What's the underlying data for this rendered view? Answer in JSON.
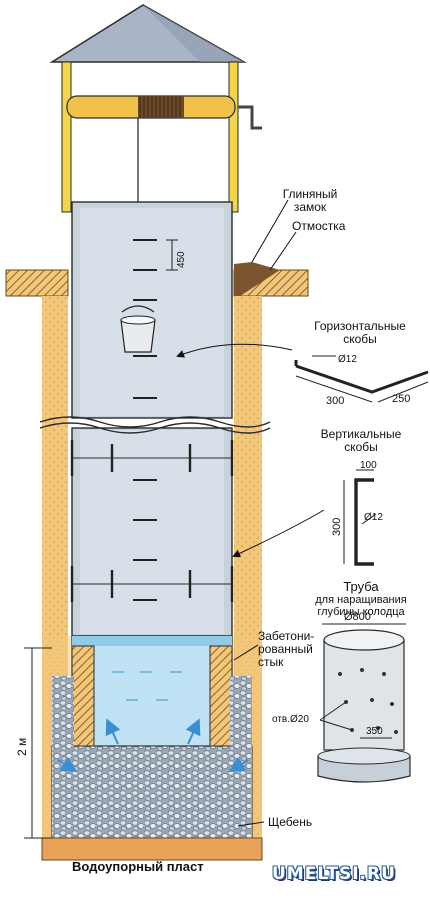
{
  "labels": {
    "clay_lock_1": "Глиняный",
    "clay_lock_2": "замок",
    "blind_area": "Отмостка",
    "horiz_brackets_1": "Горизонтальные",
    "horiz_brackets_2": "скобы",
    "vert_brackets_1": "Вертикальные",
    "vert_brackets_2": "скобы",
    "pipe_1": "Труба",
    "pipe_2": "для наращивания",
    "pipe_3": "глубины колодца",
    "concreted_joint_1": "Забетони-",
    "concreted_joint_2": "рованный",
    "concreted_joint_3": "стык",
    "gravel": "Щебень",
    "aquiclude": "Водоупорный пласт",
    "watermark": "UMELTSI.RU"
  },
  "dimensions": {
    "rung_step": "450",
    "horiz_diameter": "Ø12",
    "horiz_length": "300",
    "horiz_width": "250",
    "vert_top": "100",
    "vert_diameter": "Ø12",
    "vert_height": "300",
    "pipe_diameter": "Ø800",
    "hole_label": "отв.Ø20",
    "hole_spacing": "350",
    "depth": "2 м"
  },
  "colors": {
    "roof": "#a9b4c6",
    "post": "#f2d64a",
    "ring": "#c7d2db",
    "soil": "#f3c77a",
    "water": "#bfe3f4",
    "gravel": "#cfd6de",
    "outline": "#2b2b2b"
  }
}
